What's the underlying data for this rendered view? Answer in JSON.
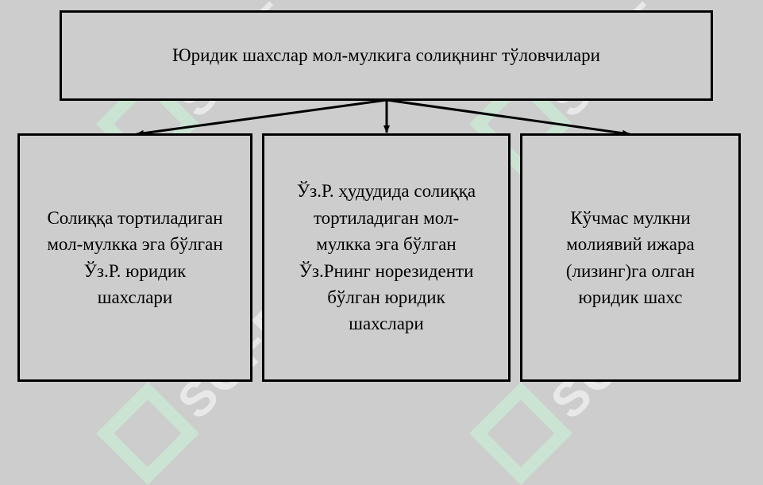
{
  "watermark": {
    "text": "SOFF",
    "color": "#c9e9d3"
  },
  "diagram": {
    "top": {
      "text": "Юридик шахслар мол-мулкига солиқнинг тўловчилари"
    },
    "children": [
      {
        "text": "Солиққа тортиладиган\nмол-мулкка эга бўлган\nЎз.Р. юридик\nшахслари"
      },
      {
        "text": "Ўз.Р. ҳудудида солиққа\nтортиладиган мол-\nмулкка эга бўлган\nЎз.Рнинг  норезиденти\nбўлган юридик\nшахслари"
      },
      {
        "text": "Кўчмас мулкни\nмолиявий ижара\n(лизинг)га олган\nюридик шахс"
      }
    ]
  }
}
